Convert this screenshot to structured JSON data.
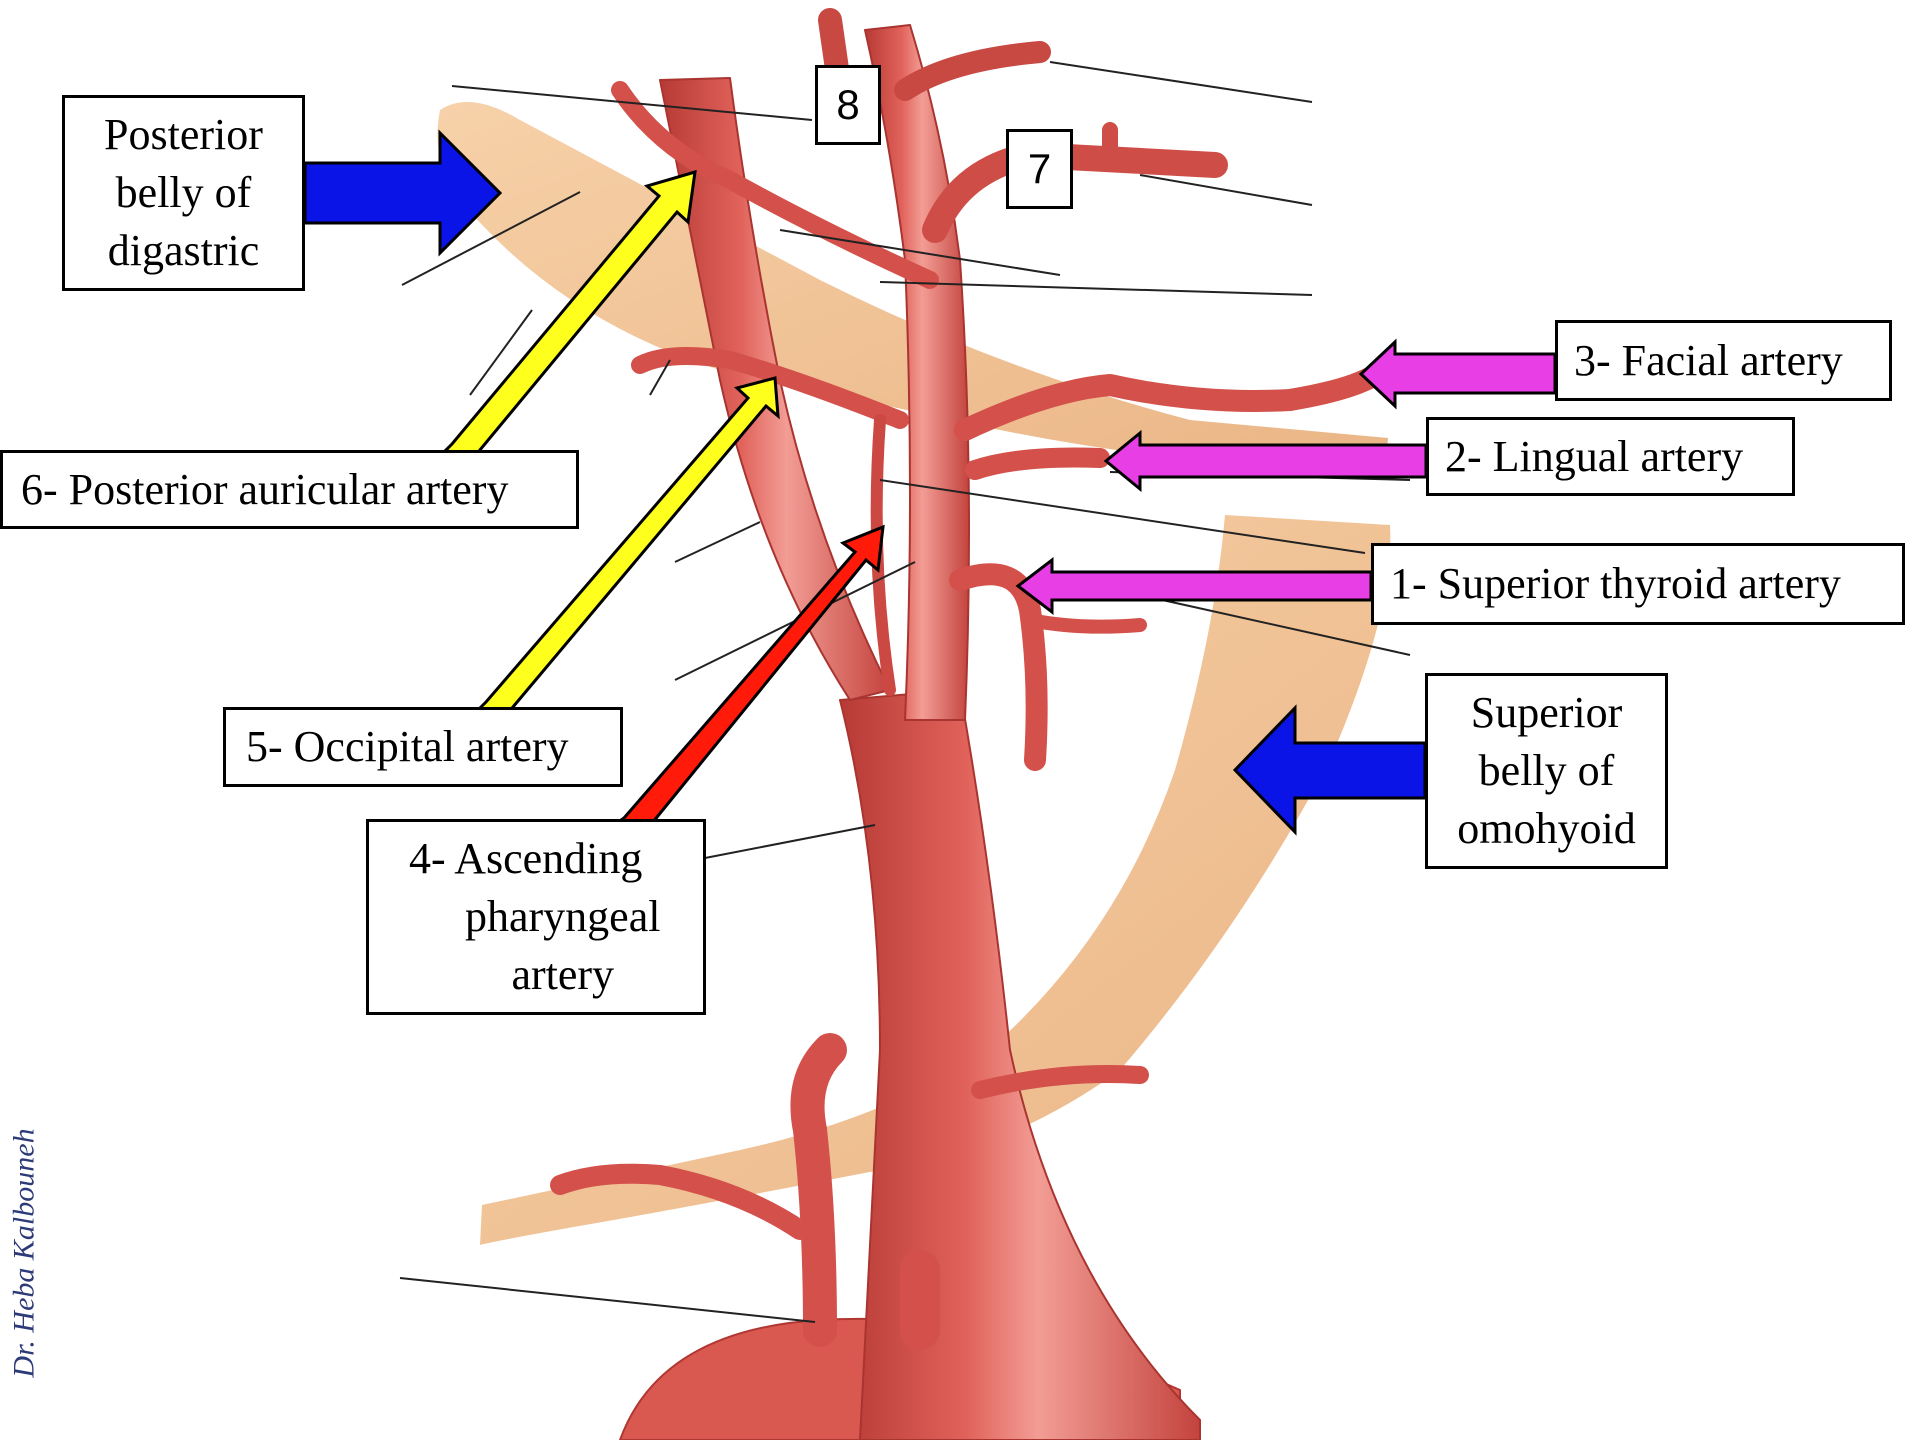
{
  "labels": {
    "posterior_belly_digastric": [
      "Posterior",
      "belly of",
      "digastric"
    ],
    "superior_belly_omohyoid": [
      "Superior",
      "belly of",
      "omohyoid"
    ],
    "facial_artery": "3- Facial artery",
    "lingual_artery": "2- Lingual artery",
    "superior_thyroid_artery": "1- Superior thyroid artery",
    "posterior_auricular_artery": "6- Posterior auricular artery",
    "occipital_artery": "5- Occipital artery",
    "ascending_pharyngeal_artery": [
      "4- Ascending",
      "pharyngeal",
      "artery"
    ],
    "unlabeled_8": "8",
    "unlabeled_7": "7"
  },
  "watermark": "Dr. Heba Kalbouneh",
  "colors": {
    "artery": "#d8554f",
    "artery_dark": "#b93c38",
    "artery_highlight": "#f3a49d",
    "muscle": "#f0be8c",
    "arrow_blue": "#0a14e6",
    "arrow_magenta": "#e83ee6",
    "arrow_yellow": "#ffff1e",
    "arrow_red": "#ff1a0a",
    "leader_line": "#222222"
  }
}
